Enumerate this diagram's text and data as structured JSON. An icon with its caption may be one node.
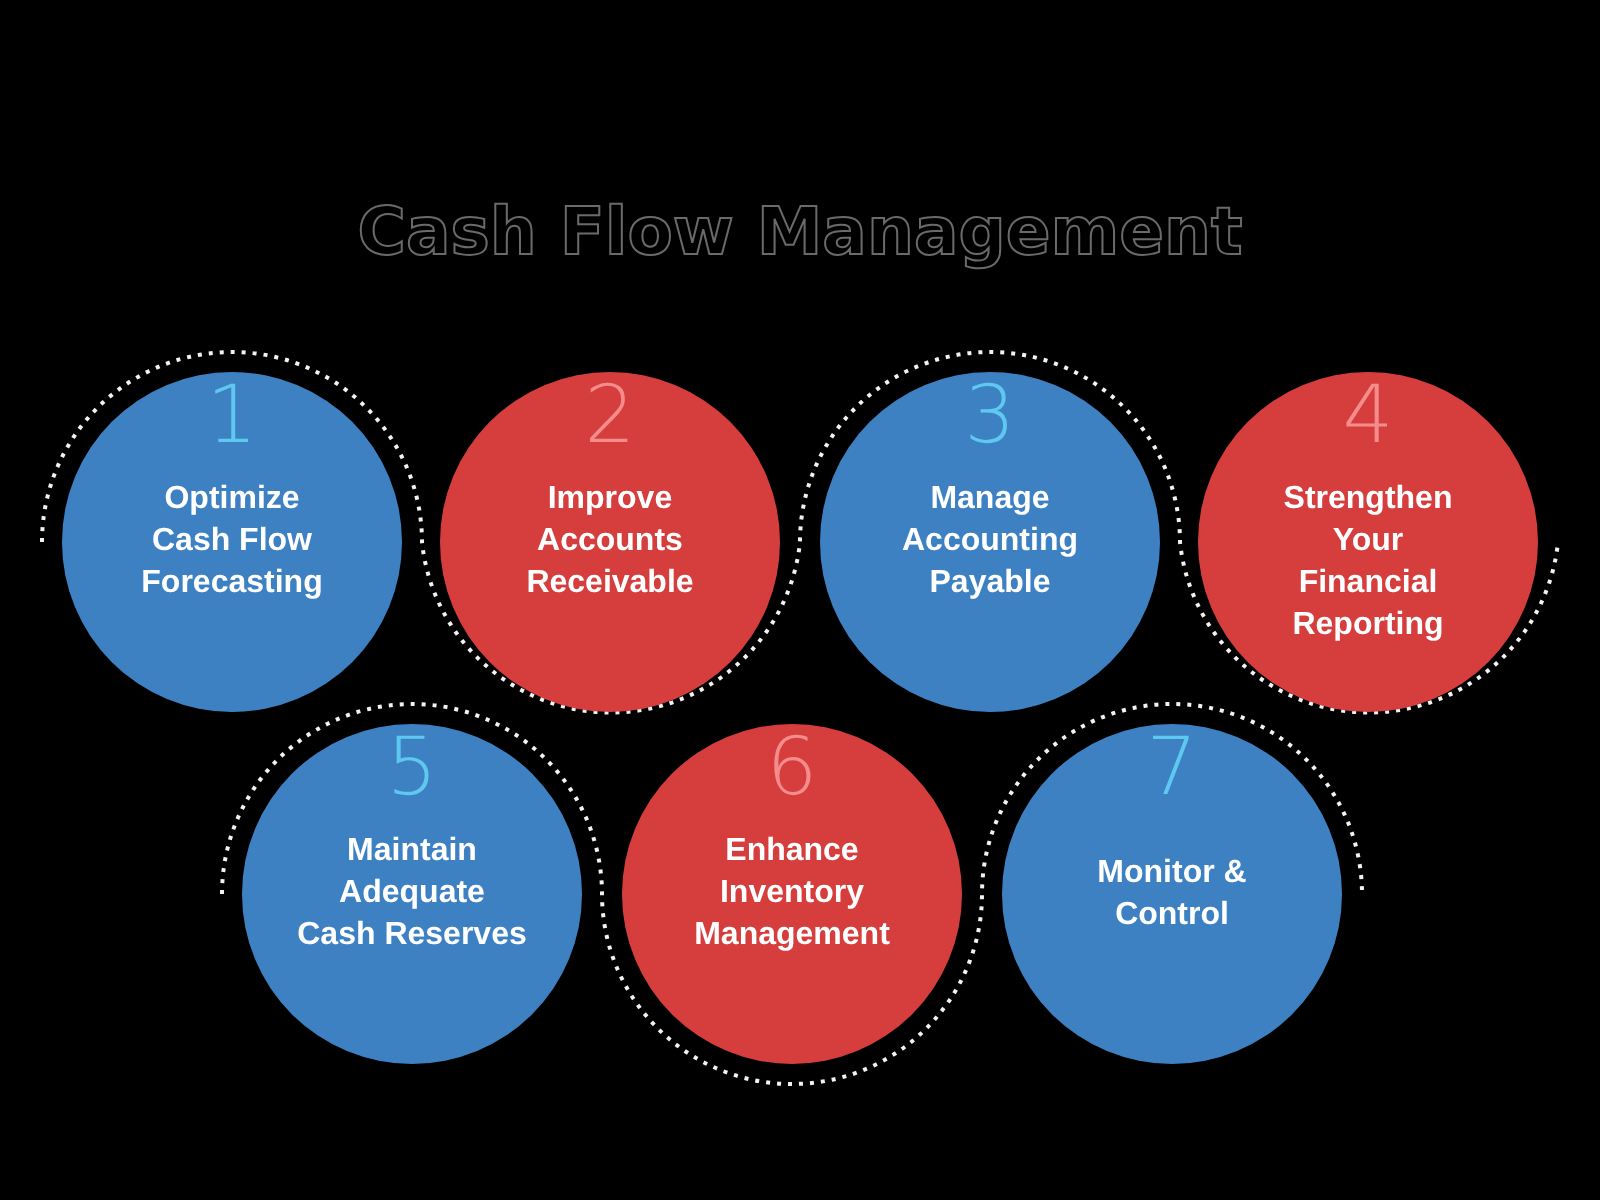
{
  "diagram": {
    "title": "Cash Flow Management",
    "nodes": [
      {
        "text": [
          "1",
          "Optimize Cash Flow Forecasting"
        ]
      },
      {
        "text": [
          "2",
          "Improve Accounts Receivable"
        ]
      },
      {
        "text": [
          "3",
          "Manage Accounting Payable"
        ]
      },
      {
        "text": [
          "4",
          "Strengthen Your Financial Reporting"
        ]
      },
      {
        "text": [
          "5",
          "Maintain Adequate Cash Reserves"
        ]
      },
      {
        "text": [
          "6",
          "Enhance Inventory Management"
        ]
      },
      {
        "text": [
          "7",
          "Monitor & Control"
        ]
      }
    ]
  }
}
